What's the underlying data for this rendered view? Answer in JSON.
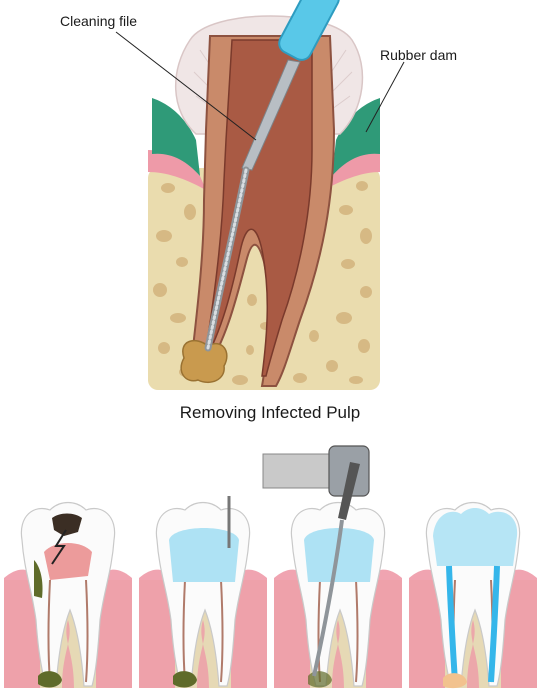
{
  "main_diagram": {
    "caption": "Removing Infected Pulp",
    "labels": {
      "cleaning_file": "Cleaning file",
      "rubber_dam": "Rubber dam"
    }
  },
  "steps": [
    {
      "state": "decayed"
    },
    {
      "state": "drilled"
    },
    {
      "state": "filed"
    },
    {
      "state": "filled"
    }
  ],
  "colors": {
    "bone": "#eadcae",
    "bone_pore": "#d6b984",
    "gum_pink": "#ee9aa8",
    "rubber_dam": "#2f9a78",
    "root": "#c98a6a",
    "canal": "#a95a44",
    "crown_halo": "#f0e6e6",
    "abscess": "#c99a4e",
    "instrument_blue": "#59c8e8",
    "steel": "#b8bec4",
    "enamel": "#fbfbfb",
    "pulp_blue": "#aee2f4",
    "fill_blue": "#35b6ea",
    "decay": "#3b2e24",
    "infection": "#5f6b2a"
  }
}
